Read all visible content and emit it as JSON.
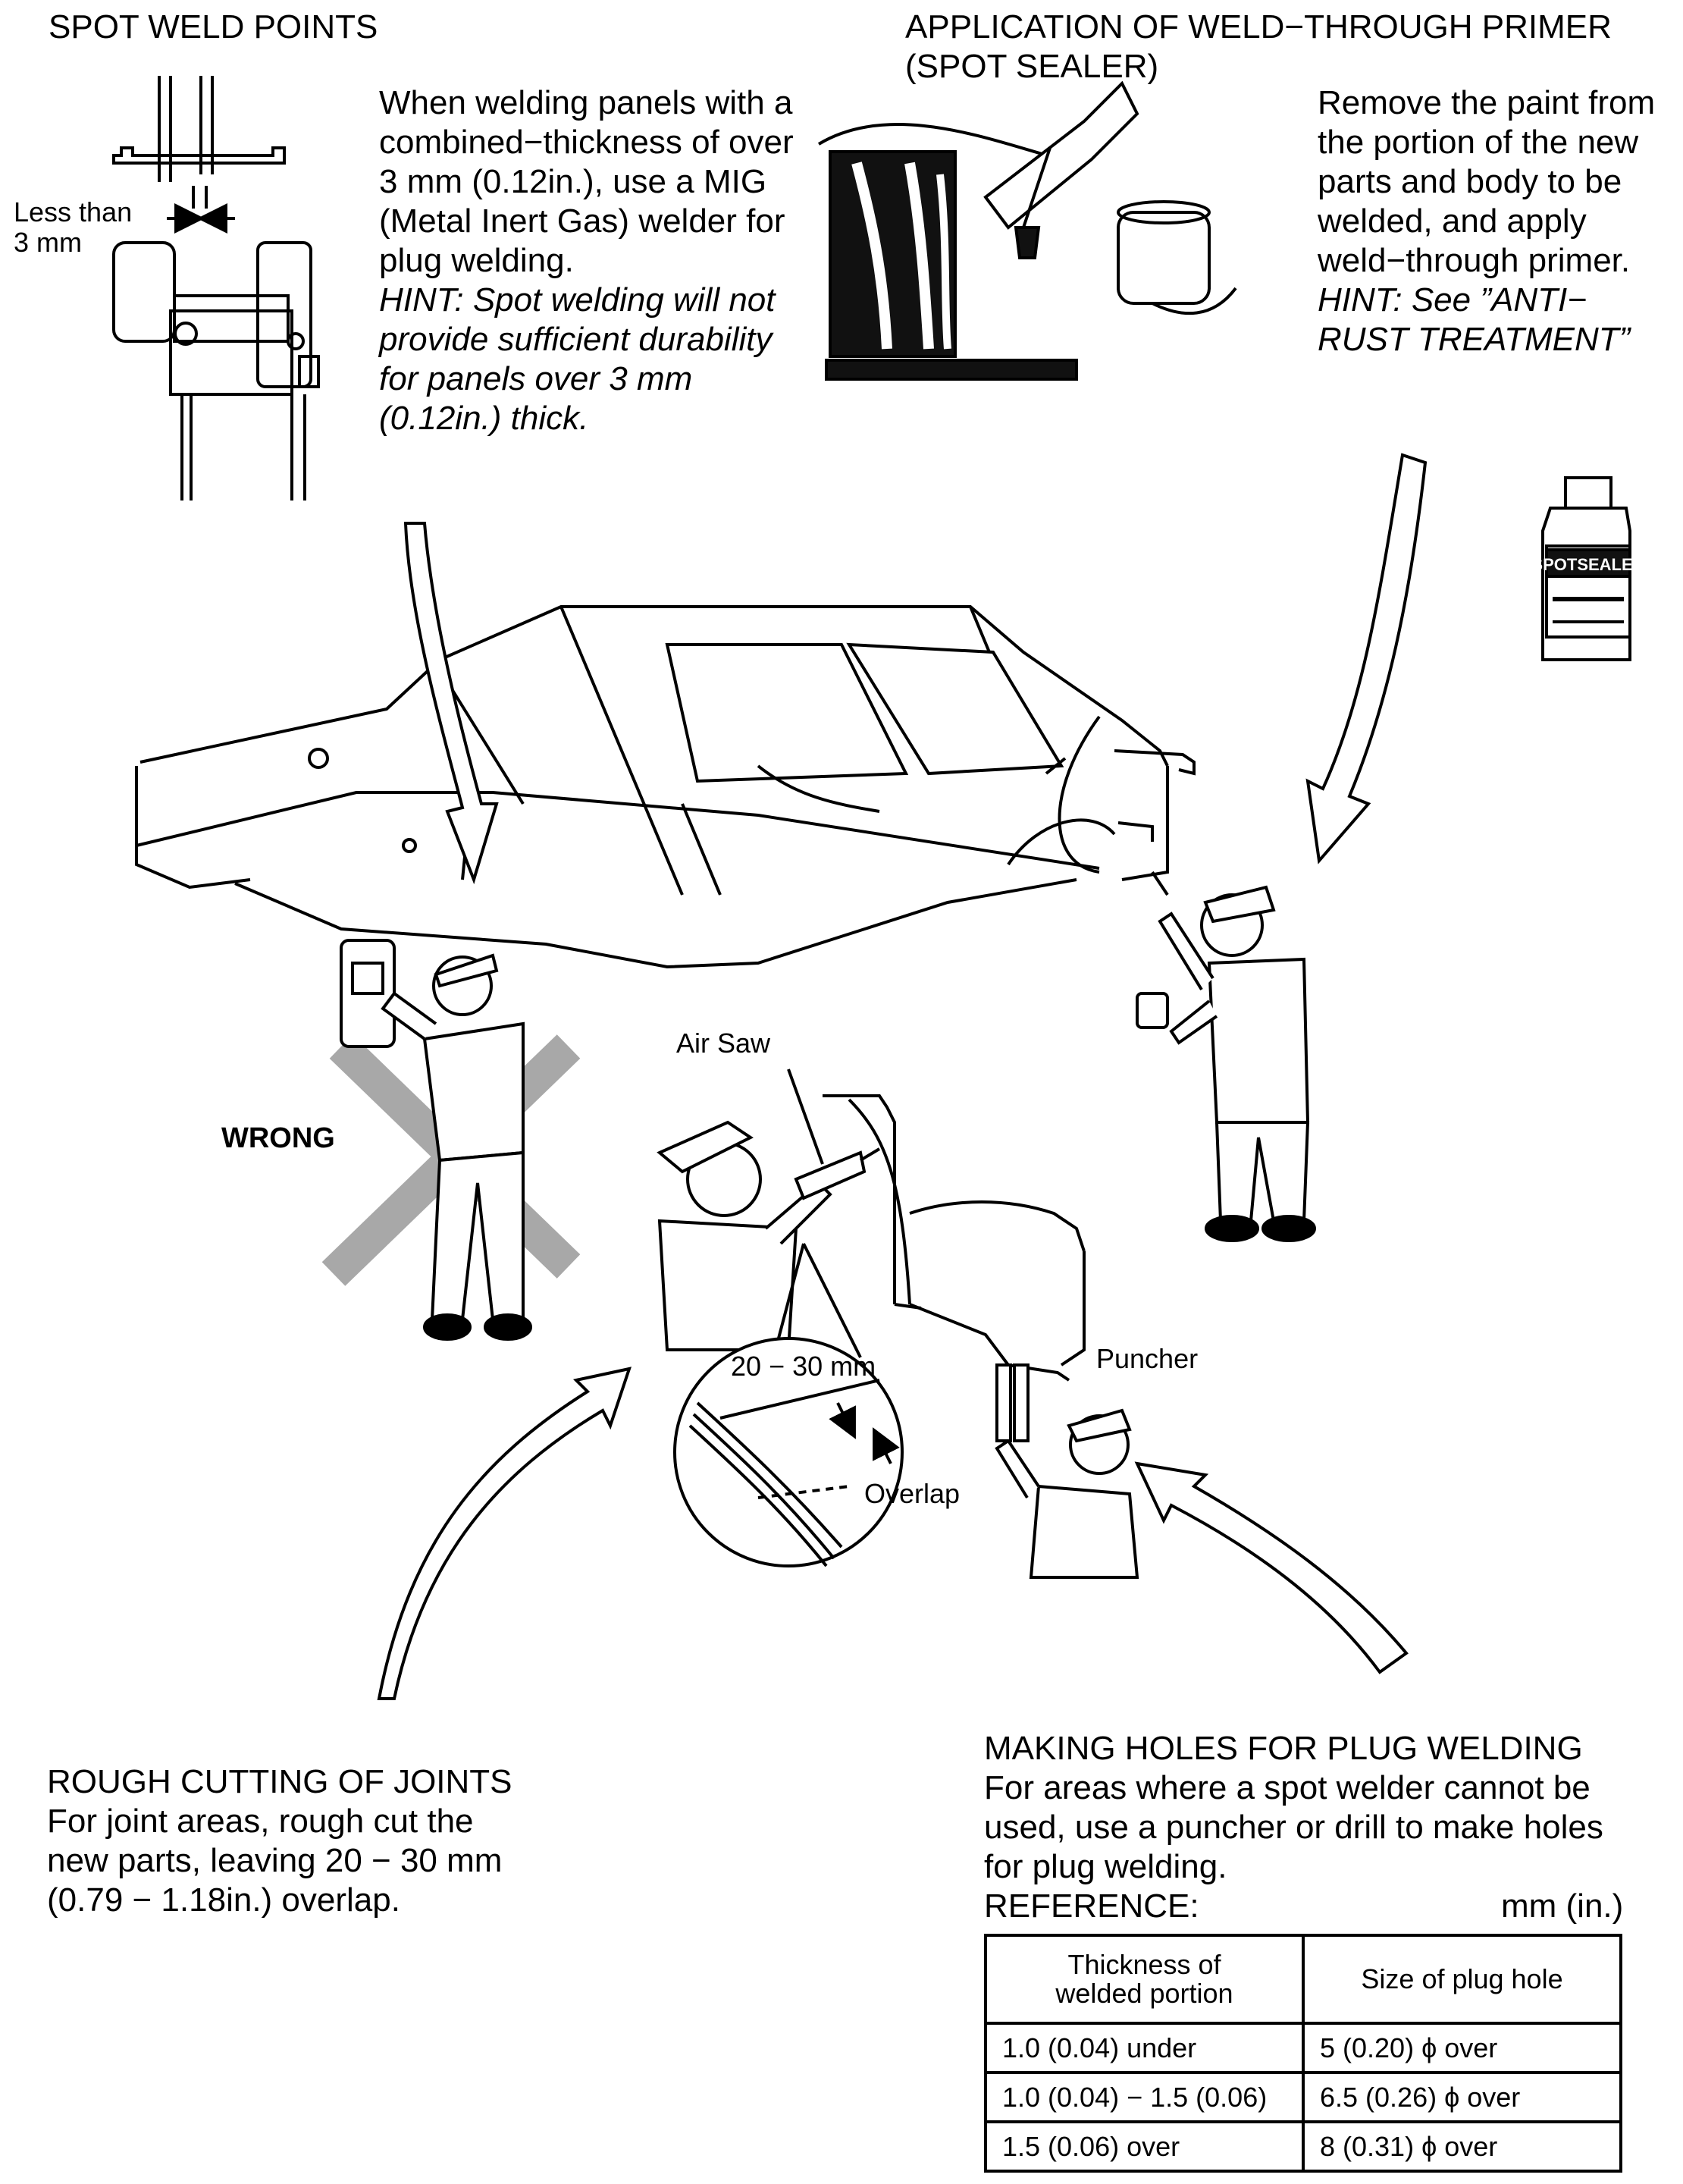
{
  "spot_weld": {
    "heading": "SPOT WELD POINTS",
    "less_than_label": "Less than\n3 mm",
    "body": "When welding panels with a\ncombined−thickness of over\n3 mm (0.12in.), use a MIG\n(Metal Inert Gas) welder for\nplug welding.",
    "hint": "HINT: Spot welding will not\nprovide sufficient durability\nfor panels over 3 mm\n(0.12in.) thick."
  },
  "primer": {
    "heading": "APPLICATION OF WELD−THROUGH PRIMER\n(SPOT SEALER)",
    "body": "Remove the paint from\nthe portion of the new\nparts and body to be\nwelded, and apply\nweld−through primer.",
    "hint": "HINT: See ”ANTI−\nRUST TREATMENT”"
  },
  "labels": {
    "wrong": "WRONG",
    "air_saw": "Air Saw",
    "range": "20 − 30 mm",
    "overlap": "Overlap",
    "puncher": "Puncher"
  },
  "rough_cut": {
    "heading": "ROUGH CUTTING OF JOINTS",
    "body": "For joint areas, rough cut the\nnew parts, leaving 20 − 30 mm\n(0.79 − 1.18in.) overlap."
  },
  "plug_holes": {
    "heading": "MAKING HOLES FOR PLUG WELDING",
    "body": "For areas where a spot welder cannot be\nused, use a puncher or drill to make holes\nfor plug welding.",
    "reference_label": "REFERENCE:",
    "unit": "mm (in.)"
  },
  "reference_table": {
    "headers": [
      "Thickness of\nwelded portion",
      "Size of plug hole"
    ],
    "rows": [
      [
        "1.0 (0.04) under",
        "5 (0.20) ϕ over"
      ],
      [
        "1.0 (0.04) − 1.5 (0.06)",
        "6.5 (0.26) ϕ over"
      ],
      [
        "1.5 (0.06) over",
        "8 (0.31) ϕ over"
      ]
    ]
  }
}
